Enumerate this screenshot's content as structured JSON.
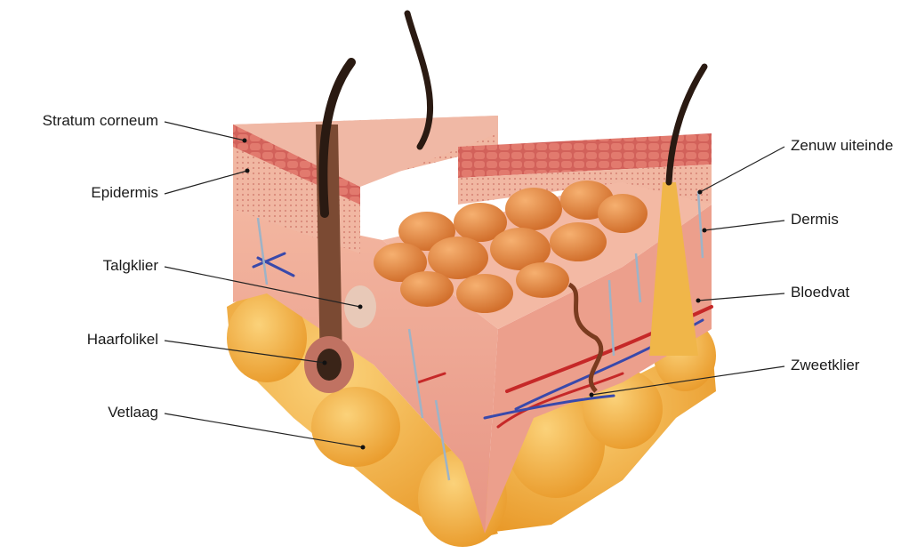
{
  "labels": {
    "stratum_corneum": "Stratum corneum",
    "epidermis": "Epidermis",
    "talgklier": "Talgklier",
    "haarfolikel": "Haarfolikel",
    "vetlaag": "Vetlaag",
    "zenuw_uiteinde": "Zenuw uiteinde",
    "dermis": "Dermis",
    "bloedvat": "Bloedvat",
    "zweetklier": "Zweetklier"
  },
  "colors": {
    "skin": "#f0a98f",
    "skin_dark": "#d9786a",
    "stratum": "#c8544f",
    "fat": "#f2b33a",
    "fat_cell": "#e48a3a",
    "hair": "#2a1a12",
    "vessel_red": "#c62828",
    "vessel_blue": "#3949ab",
    "leader": "#222222"
  }
}
